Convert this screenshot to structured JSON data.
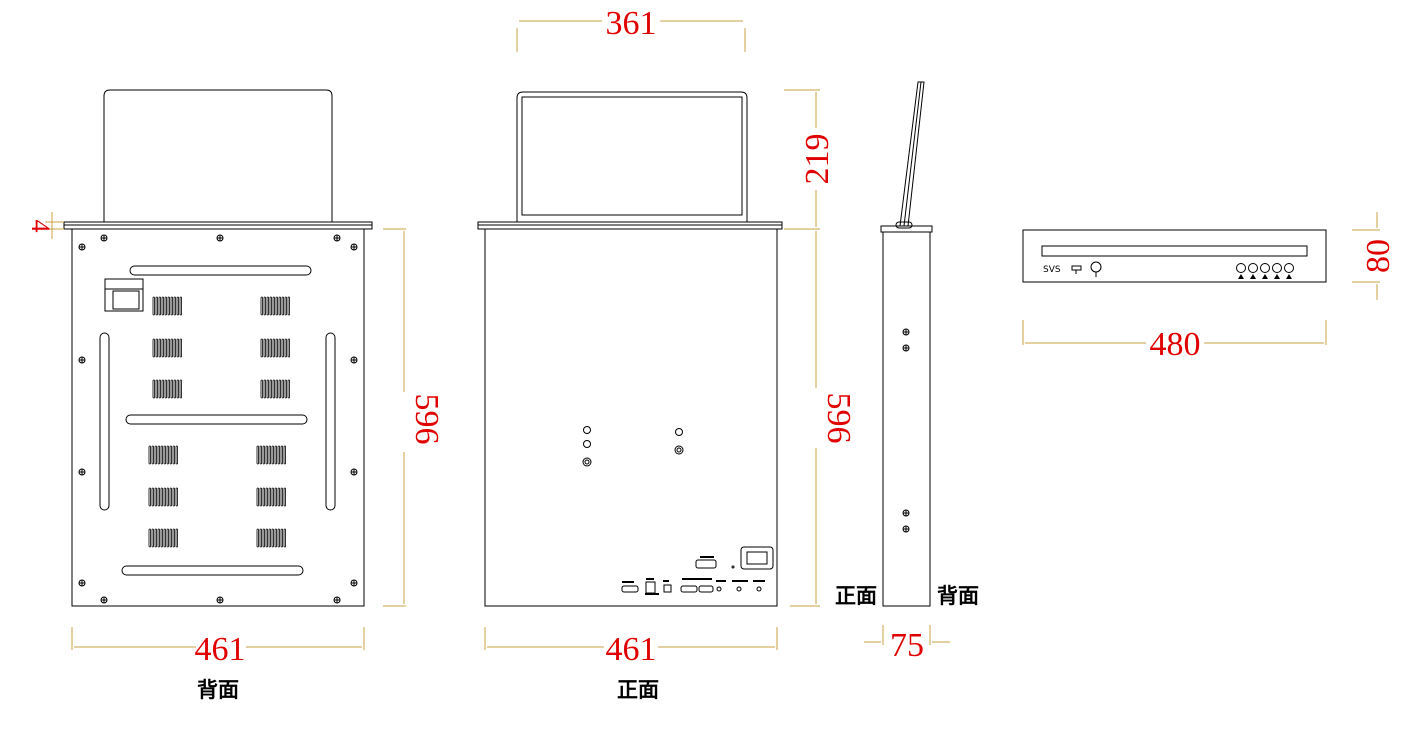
{
  "dimensions": {
    "back_width": "461",
    "back_height": "596",
    "back_lip": "4",
    "front_screen_width": "361",
    "front_screen_height": "219",
    "front_height": "596",
    "front_width": "461",
    "side_depth": "75",
    "box_width": "480",
    "box_height": "80"
  },
  "captions": {
    "back_view": "背面",
    "front_view": "正面",
    "side_front": "正面",
    "side_back": "背面"
  },
  "box": {
    "brand": "SVS"
  },
  "colors": {
    "dimension_text": "#e00000",
    "dimension_line": "#c8a040",
    "outline": "#000000"
  }
}
